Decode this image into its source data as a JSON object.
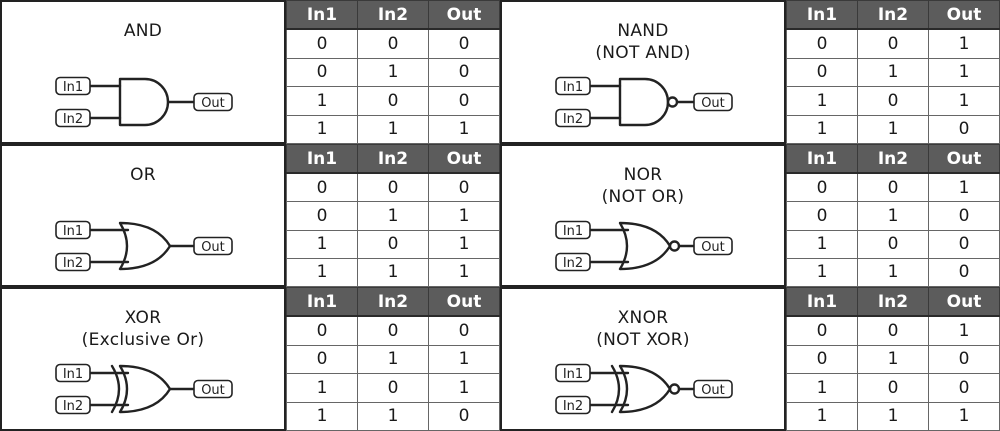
{
  "headers": [
    "In1",
    "In2",
    "Out"
  ],
  "pin_labels": {
    "in1": "In1",
    "in2": "In2",
    "out": "Out"
  },
  "colors": {
    "header_bg": "#5c5c5c",
    "header_text": "#ffffff",
    "border": "#222222"
  },
  "gates": [
    {
      "id": "and",
      "name": "AND",
      "subtitle": "",
      "symbol": "and",
      "rows": [
        [
          0,
          0,
          0
        ],
        [
          0,
          1,
          0
        ],
        [
          1,
          0,
          0
        ],
        [
          1,
          1,
          1
        ]
      ]
    },
    {
      "id": "nand",
      "name": "NAND",
      "subtitle": "(NOT AND)",
      "symbol": "nand",
      "rows": [
        [
          0,
          0,
          1
        ],
        [
          0,
          1,
          1
        ],
        [
          1,
          0,
          1
        ],
        [
          1,
          1,
          0
        ]
      ]
    },
    {
      "id": "or",
      "name": "OR",
      "subtitle": "",
      "symbol": "or",
      "rows": [
        [
          0,
          0,
          0
        ],
        [
          0,
          1,
          1
        ],
        [
          1,
          0,
          1
        ],
        [
          1,
          1,
          1
        ]
      ]
    },
    {
      "id": "nor",
      "name": "NOR",
      "subtitle": "(NOT OR)",
      "symbol": "nor",
      "rows": [
        [
          0,
          0,
          1
        ],
        [
          0,
          1,
          0
        ],
        [
          1,
          0,
          0
        ],
        [
          1,
          1,
          0
        ]
      ]
    },
    {
      "id": "xor",
      "name": "XOR",
      "subtitle": "(Exclusive Or)",
      "symbol": "xor",
      "rows": [
        [
          0,
          0,
          0
        ],
        [
          0,
          1,
          1
        ],
        [
          1,
          0,
          1
        ],
        [
          1,
          1,
          0
        ]
      ]
    },
    {
      "id": "xnor",
      "name": "XNOR",
      "subtitle": "(NOT XOR)",
      "symbol": "xnor",
      "rows": [
        [
          0,
          0,
          1
        ],
        [
          0,
          1,
          0
        ],
        [
          1,
          0,
          0
        ],
        [
          1,
          1,
          1
        ]
      ]
    }
  ]
}
